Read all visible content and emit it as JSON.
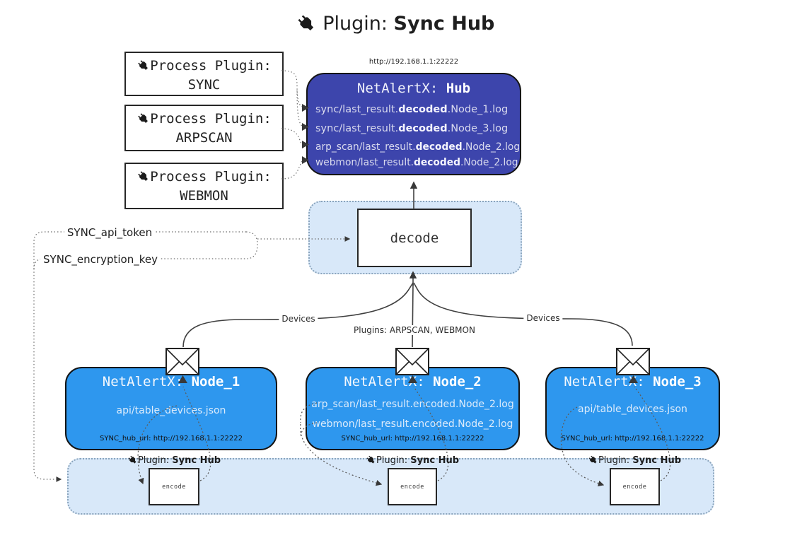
{
  "title": {
    "label": "Plugin:",
    "name": "Sync Hub"
  },
  "process_plugins": {
    "label": "Process Plugin:",
    "items": [
      "SYNC",
      "ARPSCAN",
      "WEBMON"
    ]
  },
  "hub": {
    "url": "http://192.168.1.1:22222",
    "title": "NetAlertX: ",
    "name": "Hub",
    "logs": [
      {
        "pre": "sync/last_result.",
        "bold": "decoded",
        "post": ".Node_1.log"
      },
      {
        "pre": "sync/last_result.",
        "bold": "decoded",
        "post": ".Node_3.log"
      },
      {
        "pre": "arp_scan/last_result.",
        "bold": "decoded",
        "post": ".Node_2.log"
      },
      {
        "pre": "webmon/last_result.",
        "bold": "decoded",
        "post": ".Node_2.log"
      }
    ]
  },
  "decode_label": "decode",
  "config": {
    "api_token": "SYNC_api_token",
    "encryption_key": "SYNC_encryption_key"
  },
  "edge_labels": {
    "devices_left": "Devices",
    "plugins": "Plugins: ARPSCAN, WEBMON",
    "devices_right": "Devices"
  },
  "nodes": [
    {
      "title": "NetAlertX: ",
      "name": "Node_1",
      "lines": [
        "api/table_devices.json"
      ],
      "hub_url": "SYNC_hub_url: http://192.168.1.1:22222"
    },
    {
      "title": "NetAlertX: ",
      "name": "Node_2",
      "lines": [
        "arp_scan/last_result.encoded.Node_2.log",
        "webmon/last_result.encoded.Node_2.log"
      ],
      "hub_url": "SYNC_hub_url: http://192.168.1.1:22222"
    },
    {
      "title": "NetAlertX: ",
      "name": "Node_3",
      "lines": [
        "api/table_devices.json"
      ],
      "hub_url": "SYNC_hub_url: http://192.168.1.1:22222"
    }
  ],
  "encode": {
    "plugin_label": "Plugin: ",
    "plugin_name": "Sync Hub",
    "box_label": "encode"
  },
  "colors": {
    "hub_bg": "#3d45ac",
    "node_bg": "#2e97ee",
    "container_bg": "#d8e8f9",
    "container_border": "#8aa4bc",
    "line": "#3f3f3f"
  }
}
